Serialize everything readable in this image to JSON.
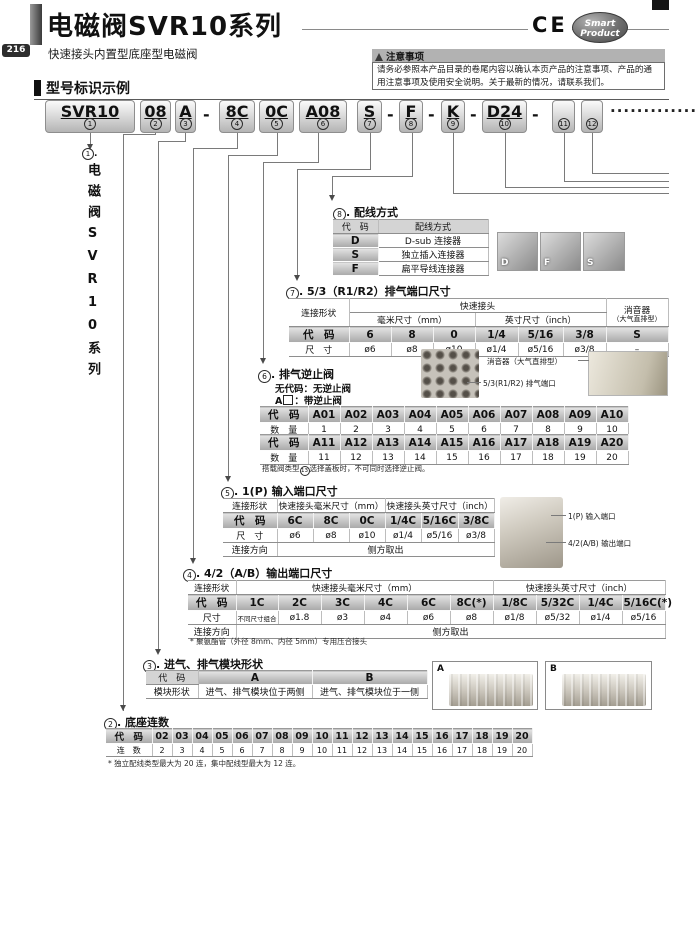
{
  "header": {
    "page_number": "216",
    "title": "电磁阀SVR10系列",
    "subtitle": "快速接头内置型底座型电磁阀",
    "ce_mark": "CE",
    "smart_badge_line1": "Smart",
    "smart_badge_line2": "Product"
  },
  "notice": {
    "title": "注意事项",
    "body": "请务必参照本产品目录的卷尾内容以确认本页产品的注意事项、产品的通用注意事项及使用安全说明。关于最新的情况，请联系我们。"
  },
  "model_section": {
    "header": "型号标识示例",
    "separator": "-",
    "dots": "·············",
    "boxes": [
      {
        "code": "SVR10",
        "num": "1"
      },
      {
        "code": "08",
        "num": "2"
      },
      {
        "code": "A",
        "num": "3"
      },
      {
        "code": "8C",
        "num": "4"
      },
      {
        "code": "0C",
        "num": "5"
      },
      {
        "code": "A08",
        "num": "6"
      },
      {
        "code": "S",
        "num": "7"
      },
      {
        "code": "F",
        "num": "8"
      },
      {
        "code": "K",
        "num": "9"
      },
      {
        "code": "D24",
        "num": "10"
      },
      {
        "code": "",
        "num": "11"
      },
      {
        "code": "",
        "num": "12"
      }
    ]
  },
  "series_label": {
    "num": "1",
    "dot": ".",
    "text": "电磁阀SVR10系列"
  },
  "ui": {
    "title_dot": ". "
  },
  "sections": {
    "s8": {
      "num": "8",
      "label": "配线方式",
      "photo_labels": [
        "D",
        "F",
        "S"
      ],
      "table": {
        "rows": [
          [
            {
              "t": "代　码",
              "c": "hd"
            },
            {
              "t": "配线方式",
              "c": "hd"
            }
          ],
          [
            {
              "t": "D",
              "c": "code"
            },
            {
              "t": "D-sub 连接器"
            }
          ],
          [
            {
              "t": "S",
              "c": "code"
            },
            {
              "t": "独立插入连接器"
            }
          ],
          [
            {
              "t": "F",
              "c": "code"
            },
            {
              "t": "扁平导线连接器"
            }
          ]
        ]
      }
    },
    "s7": {
      "num": "7",
      "label": "5/3（R1/R2）排气端口尺寸",
      "img_label_muffler": "消音器（大气直排型）",
      "img_label_port": "5/3(R1/R2) 排气端口",
      "table": {
        "rows": [
          [
            {
              "t": "连接形状",
              "c": "h",
              "rs": 2
            },
            {
              "t": "快速接头",
              "c": "h",
              "cs": 6
            },
            {
              "t": "消音器",
              "t2": "（大气直排型）",
              "c": "h",
              "rs": 2
            }
          ],
          [
            {
              "t": "毫米尺寸（mm）",
              "c": "h",
              "cs": 3
            },
            {
              "t": "英寸尺寸（inch）",
              "c": "h",
              "cs": 3
            }
          ],
          [
            {
              "t": "代　码",
              "c": "code"
            },
            {
              "t": "6",
              "c": "code"
            },
            {
              "t": "8",
              "c": "code"
            },
            {
              "t": "0",
              "c": "code"
            },
            {
              "t": "1/4",
              "c": "code"
            },
            {
              "t": "5/16",
              "c": "code"
            },
            {
              "t": "3/8",
              "c": "code"
            },
            {
              "t": "S",
              "c": "code"
            }
          ],
          [
            {
              "t": "尺　寸"
            },
            {
              "t": "ø6"
            },
            {
              "t": "ø8"
            },
            {
              "t": "ø10"
            },
            {
              "t": "ø1/4"
            },
            {
              "t": "ø5/16"
            },
            {
              "t": "ø3/8"
            },
            {
              "t": "–"
            }
          ]
        ]
      }
    },
    "s6": {
      "num": "6",
      "label": "排气逆止阀",
      "sub1": "无代码：无逆止阀",
      "sub2_pre": "A",
      "sub2_post": "：带逆止阀",
      "fn_pre": "搭载阀类型",
      "fn_num": "13",
      "fn_post": "选择盖板时，不可同时选择逆止阀。",
      "table_a": {
        "rows": [
          [
            {
              "t": "代　码",
              "c": "code"
            },
            {
              "t": "A01",
              "c": "code"
            },
            {
              "t": "A02",
              "c": "code"
            },
            {
              "t": "A03",
              "c": "code"
            },
            {
              "t": "A04",
              "c": "code"
            },
            {
              "t": "A05",
              "c": "code"
            },
            {
              "t": "A06",
              "c": "code"
            },
            {
              "t": "A07",
              "c": "code"
            },
            {
              "t": "A08",
              "c": "code"
            },
            {
              "t": "A09",
              "c": "code"
            },
            {
              "t": "A10",
              "c": "code"
            }
          ],
          [
            {
              "t": "数　量"
            },
            {
              "t": "1"
            },
            {
              "t": "2"
            },
            {
              "t": "3"
            },
            {
              "t": "4"
            },
            {
              "t": "5"
            },
            {
              "t": "6"
            },
            {
              "t": "7"
            },
            {
              "t": "8"
            },
            {
              "t": "9"
            },
            {
              "t": "10"
            }
          ]
        ]
      },
      "table_b": {
        "rows": [
          [
            {
              "t": "代　码",
              "c": "code"
            },
            {
              "t": "A11",
              "c": "code"
            },
            {
              "t": "A12",
              "c": "code"
            },
            {
              "t": "A13",
              "c": "code"
            },
            {
              "t": "A14",
              "c": "code"
            },
            {
              "t": "A15",
              "c": "code"
            },
            {
              "t": "A16",
              "c": "code"
            },
            {
              "t": "A17",
              "c": "code"
            },
            {
              "t": "A18",
              "c": "code"
            },
            {
              "t": "A19",
              "c": "code"
            },
            {
              "t": "A20",
              "c": "code"
            }
          ],
          [
            {
              "t": "数　量"
            },
            {
              "t": "11"
            },
            {
              "t": "12"
            },
            {
              "t": "13"
            },
            {
              "t": "14"
            },
            {
              "t": "15"
            },
            {
              "t": "16"
            },
            {
              "t": "17"
            },
            {
              "t": "18"
            },
            {
              "t": "19"
            },
            {
              "t": "20"
            }
          ]
        ]
      }
    },
    "s5": {
      "num": "5",
      "label": "1(P) 输入端口尺寸",
      "img_label_in": "1(P) 输入端口",
      "img_label_out": "4/2(A/B) 输出端口",
      "table": {
        "rows": [
          [
            {
              "t": "连接形状",
              "c": "h"
            },
            {
              "t": "快速接头毫米尺寸（mm）",
              "c": "h",
              "cs": 3
            },
            {
              "t": "快速接头英寸尺寸（inch）",
              "c": "h",
              "cs": 3
            }
          ],
          [
            {
              "t": "代　码",
              "c": "code"
            },
            {
              "t": "6C",
              "c": "code"
            },
            {
              "t": "8C",
              "c": "code"
            },
            {
              "t": "0C",
              "c": "code"
            },
            {
              "t": "1/4C",
              "c": "code"
            },
            {
              "t": "5/16C",
              "c": "code"
            },
            {
              "t": "3/8C",
              "c": "code"
            }
          ],
          [
            {
              "t": "尺　寸"
            },
            {
              "t": "ø6"
            },
            {
              "t": "ø8"
            },
            {
              "t": "ø10"
            },
            {
              "t": "ø1/4"
            },
            {
              "t": "ø5/16"
            },
            {
              "t": "ø3/8"
            }
          ],
          [
            {
              "t": "连接方向"
            },
            {
              "t": "侧方取出",
              "cs": 6
            }
          ]
        ]
      }
    },
    "s4": {
      "num": "4",
      "label": "4/2（A/B）输出端口尺寸",
      "footnote": "* 聚氨酯管（外径 8mm、内径 5mm）专用压合接头",
      "table": {
        "rows": [
          [
            {
              "t": "连接形状",
              "c": "h"
            },
            {
              "t": "快速接头毫米尺寸（mm）",
              "c": "h",
              "cs": 6
            },
            {
              "t": "快速接头英寸尺寸（inch）",
              "c": "h",
              "cs": 4
            }
          ],
          [
            {
              "t": "代　码",
              "c": "code"
            },
            {
              "t": "1C",
              "c": "code"
            },
            {
              "t": "2C",
              "c": "code"
            },
            {
              "t": "3C",
              "c": "code"
            },
            {
              "t": "4C",
              "c": "code"
            },
            {
              "t": "6C",
              "c": "code"
            },
            {
              "t": "8C(*)",
              "c": "code"
            },
            {
              "t": "1/8C",
              "c": "code"
            },
            {
              "t": "5/32C",
              "c": "code"
            },
            {
              "t": "1/4C",
              "c": "code"
            },
            {
              "t": "5/16C(*)",
              "c": "code"
            }
          ],
          [
            {
              "t": "尺寸"
            },
            {
              "t": "不同尺寸组合",
              "c": "vs"
            },
            {
              "t": "ø1.8"
            },
            {
              "t": "ø3"
            },
            {
              "t": "ø4"
            },
            {
              "t": "ø6"
            },
            {
              "t": "ø8"
            },
            {
              "t": "ø1/8"
            },
            {
              "t": "ø5/32"
            },
            {
              "t": "ø1/4"
            },
            {
              "t": "ø5/16"
            }
          ],
          [
            {
              "t": "连接方向"
            },
            {
              "t": "侧方取出",
              "cs": 10
            }
          ]
        ]
      }
    },
    "s3": {
      "num": "3",
      "label": "进气、排气模块形状",
      "photo_labels": [
        "A",
        "B"
      ],
      "table": {
        "rows": [
          [
            {
              "t": "代　码",
              "c": "hd"
            },
            {
              "t": "A",
              "c": "code"
            },
            {
              "t": "B",
              "c": "code"
            }
          ],
          [
            {
              "t": "模块形状"
            },
            {
              "t": "进气、排气模块位于两侧"
            },
            {
              "t": "进气、排气模块位于一侧"
            }
          ]
        ]
      }
    },
    "s2": {
      "num": "2",
      "label": "底座连数",
      "footnote": "* 独立配线类型最大为 20 连，集中配线型最大为 12 连。",
      "table": {
        "rows": [
          [
            {
              "t": "代　码",
              "c": "code"
            },
            {
              "t": "02",
              "c": "code"
            },
            {
              "t": "03",
              "c": "code"
            },
            {
              "t": "04",
              "c": "code"
            },
            {
              "t": "05",
              "c": "code"
            },
            {
              "t": "06",
              "c": "code"
            },
            {
              "t": "07",
              "c": "code"
            },
            {
              "t": "08",
              "c": "code"
            },
            {
              "t": "09",
              "c": "code"
            },
            {
              "t": "10",
              "c": "code"
            },
            {
              "t": "11",
              "c": "code"
            },
            {
              "t": "12",
              "c": "code"
            },
            {
              "t": "13",
              "c": "code"
            },
            {
              "t": "14",
              "c": "code"
            },
            {
              "t": "15",
              "c": "code"
            },
            {
              "t": "16",
              "c": "code"
            },
            {
              "t": "17",
              "c": "code"
            },
            {
              "t": "18",
              "c": "code"
            },
            {
              "t": "19",
              "c": "code"
            },
            {
              "t": "20",
              "c": "code"
            }
          ],
          [
            {
              "t": "连　数"
            },
            {
              "t": "2"
            },
            {
              "t": "3"
            },
            {
              "t": "4"
            },
            {
              "t": "5"
            },
            {
              "t": "6"
            },
            {
              "t": "7"
            },
            {
              "t": "8"
            },
            {
              "t": "9"
            },
            {
              "t": "10"
            },
            {
              "t": "11"
            },
            {
              "t": "12"
            },
            {
              "t": "13"
            },
            {
              "t": "14"
            },
            {
              "t": "15"
            },
            {
              "t": "16"
            },
            {
              "t": "17"
            },
            {
              "t": "18"
            },
            {
              "t": "19"
            },
            {
              "t": "20"
            }
          ]
        ]
      }
    }
  }
}
